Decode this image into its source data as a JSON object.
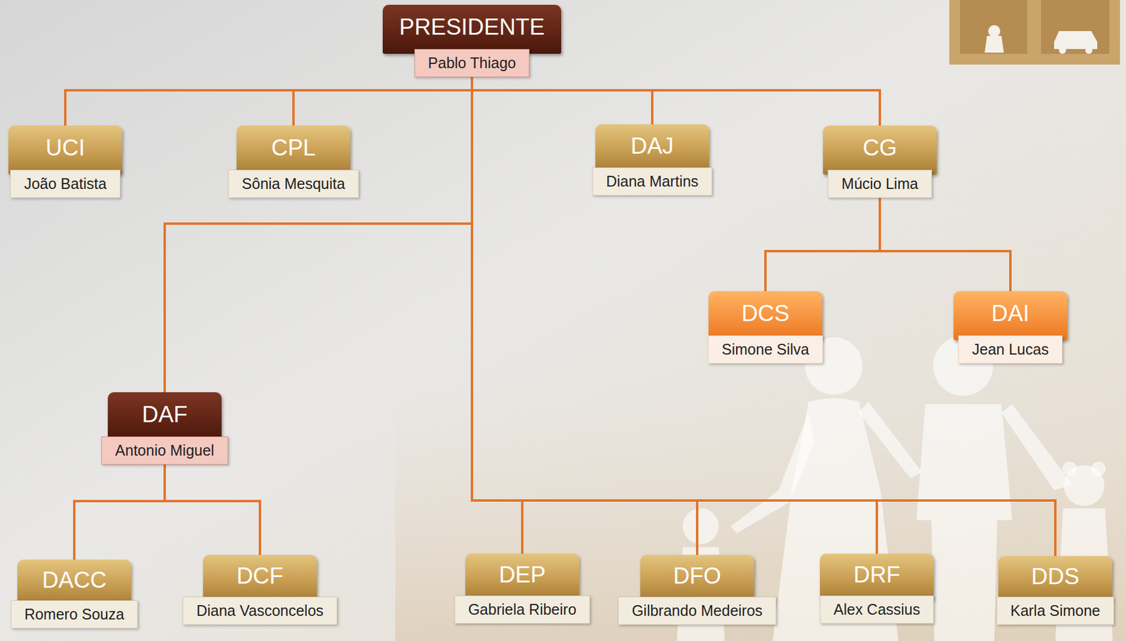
{
  "diagram": {
    "nodes": [
      {
        "text": [
          "PRESIDENTE",
          "Pablo Thiago"
        ]
      },
      {
        "text": [
          "UCI",
          "João Batista"
        ]
      },
      {
        "text": [
          "CPL",
          "Sônia Mesquita"
        ]
      },
      {
        "text": [
          "DAJ",
          "Diana Martins"
        ]
      },
      {
        "text": [
          "CG",
          "Múcio Lima"
        ]
      },
      {
        "text": [
          "DCS",
          "Simone Silva"
        ]
      },
      {
        "text": [
          "DAI",
          "Jean Lucas"
        ]
      },
      {
        "text": [
          "DAF",
          "Antonio Miguel"
        ]
      },
      {
        "text": [
          "DACC",
          "Romero Souza"
        ]
      },
      {
        "text": [
          "DCF",
          "Diana Vasconcelos"
        ]
      },
      {
        "text": [
          "DEP",
          "Gabriela Ribeiro"
        ]
      },
      {
        "text": [
          "DFO",
          "Gilbrando Medeiros"
        ]
      },
      {
        "text": [
          "DRF",
          "Alex Cassius"
        ]
      },
      {
        "text": [
          "DDS",
          "Karla Simone"
        ]
      }
    ],
    "edges": [
      {
        "from": 0,
        "to": 1,
        "arrow": "none"
      },
      {
        "from": 0,
        "to": 2,
        "arrow": "none"
      },
      {
        "from": 0,
        "to": 3,
        "arrow": "none"
      },
      {
        "from": 0,
        "to": 4,
        "arrow": "none"
      },
      {
        "from": 4,
        "to": 5,
        "arrow": "none"
      },
      {
        "from": 4,
        "to": 6,
        "arrow": "none"
      },
      {
        "from": 0,
        "to": 7,
        "arrow": "none"
      },
      {
        "from": 7,
        "to": 8,
        "arrow": "none"
      },
      {
        "from": 7,
        "to": 9,
        "arrow": "none"
      },
      {
        "from": 0,
        "to": 10,
        "arrow": "none"
      },
      {
        "from": 0,
        "to": 11,
        "arrow": "none"
      },
      {
        "from": 0,
        "to": 12,
        "arrow": "none"
      },
      {
        "from": 0,
        "to": 13,
        "arrow": "none"
      }
    ]
  }
}
